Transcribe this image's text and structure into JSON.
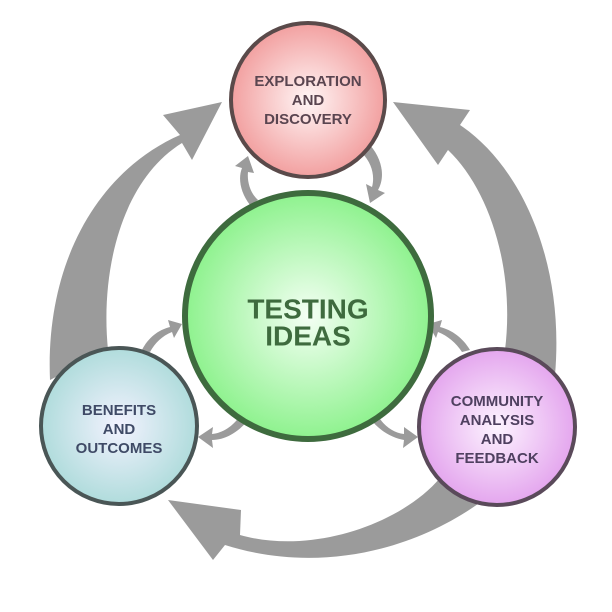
{
  "diagram": {
    "center": {
      "lines": [
        "TESTING",
        "IDEAS"
      ],
      "fill_color": "#8ef28e",
      "border_color": "#3e6b3e",
      "text_color": "#3e6b3e"
    },
    "nodes": [
      {
        "id": "exploration",
        "lines": [
          "EXPLORATION",
          "AND",
          "DISCOVERY"
        ],
        "fill_color": "#f2a0a0",
        "border_color": "#5a4a4a",
        "text_color": "#5a4550"
      },
      {
        "id": "community",
        "lines": [
          "COMMUNITY",
          "ANALYSIS",
          "AND",
          "FEEDBACK"
        ],
        "fill_color": "#e4a6ee",
        "border_color": "#5a4a5a",
        "text_color": "#4f4060"
      },
      {
        "id": "benefits",
        "lines": [
          "BENEFITS",
          "AND",
          "OUTCOMES"
        ],
        "fill_color": "#b0dcdc",
        "border_color": "#4a5656",
        "text_color": "#3f4a66"
      }
    ],
    "arrow_color": "#9b9b9b"
  }
}
